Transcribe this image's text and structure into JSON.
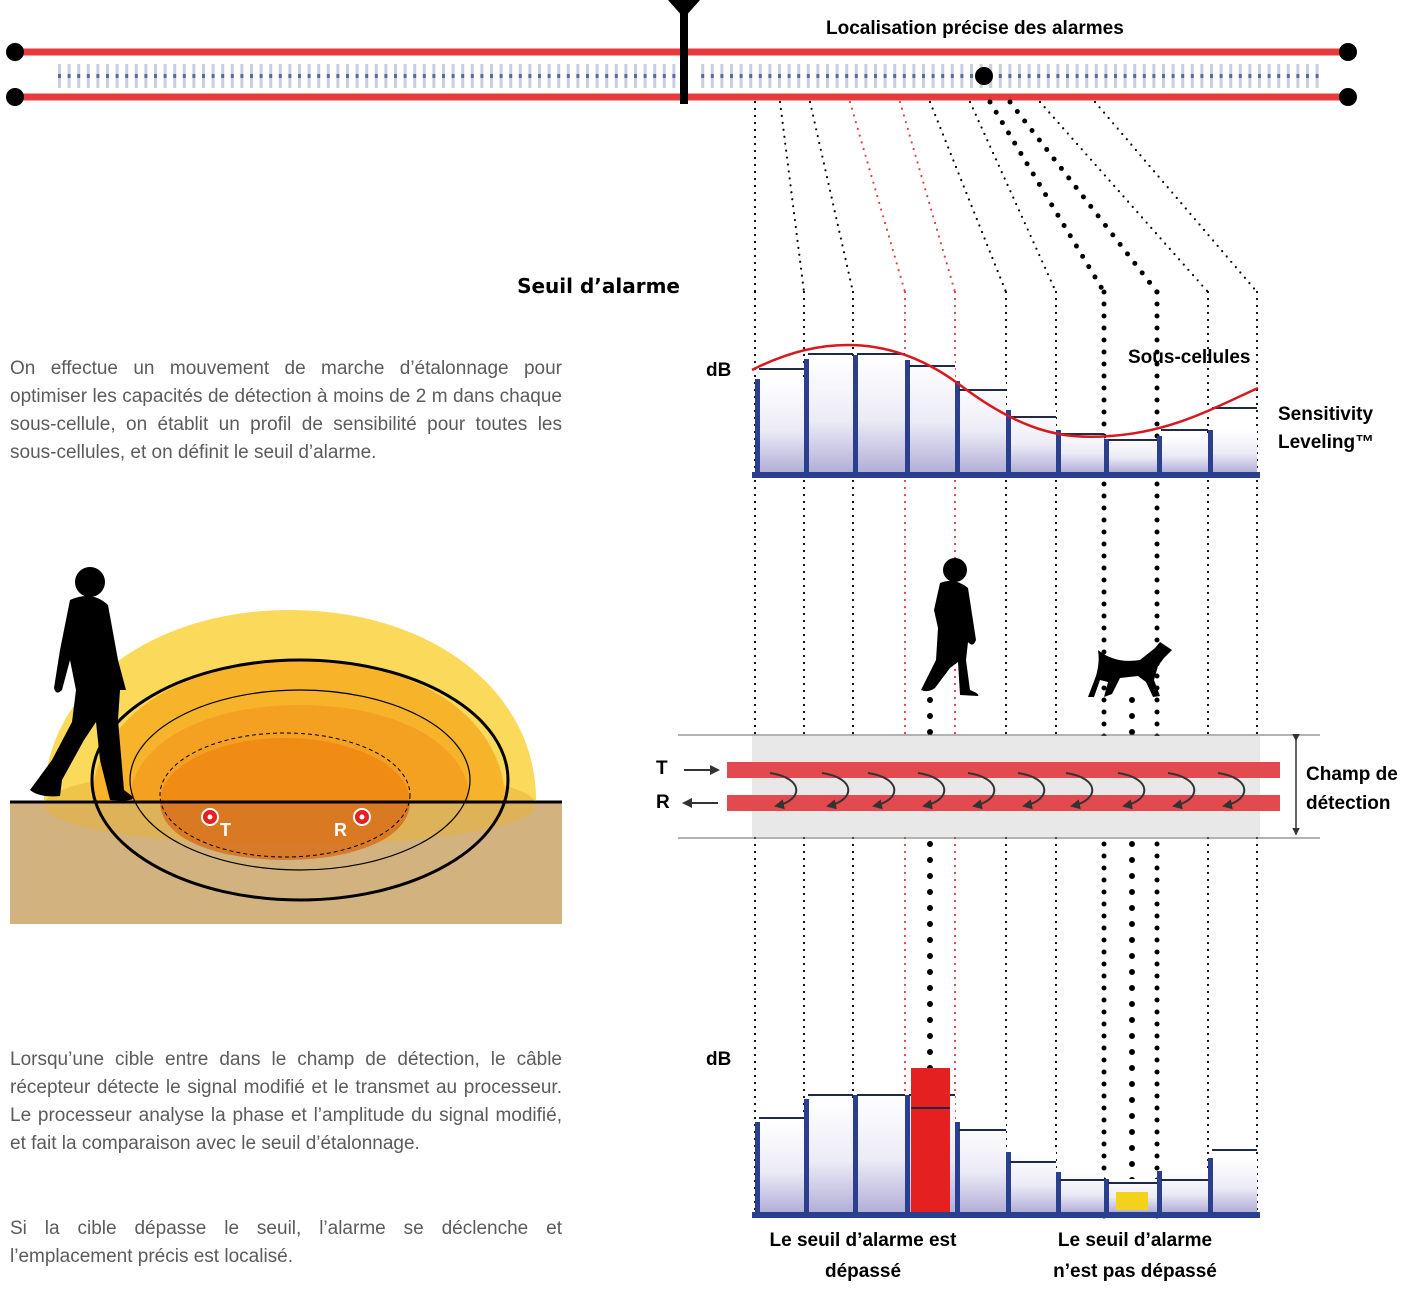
{
  "header": {
    "title": "Localisation précise des alarmes"
  },
  "labels": {
    "alarm_threshold": "Seuil d’alarme",
    "sub_cells": "Sous-cellules",
    "sensitivity_1": "Sensitivity",
    "sensitivity_2": "Leveling™",
    "db_top": "dB",
    "db_bottom": "dB",
    "transmitter": "T",
    "receiver": "R",
    "field_1": "Champ de",
    "field_2": "détection",
    "exceeded_1": "Le seuil d’alarme est",
    "exceeded_2": "dépassé",
    "not_exceeded_1": "Le seuil d’alarme",
    "not_exceeded_2": "n’est pas dépassé",
    "sensor_t": "T",
    "sensor_r": "R"
  },
  "paragraphs": {
    "calibration": "On effectue un mouvement de marche d’étalonnage pour optimiser les capacités de détection à moins de 2 m dans chaque sous-cellule, on établit un profil de sensibilité pour toutes les sous-cellules, et on définit le seuil d’alarme.",
    "detection": "Lorsqu’une cible entre dans le champ de détection, le câble récepteur détecte le signal modifié et le transmet au processeur. Le processeur analyse la phase et l’amplitude du signal modifié, et fait la comparaison avec le seuil d’étalonnage.",
    "alarm": "Si la cible dépasse le seuil, l’alarme se déclenche et l’emplacement précis est localisé."
  },
  "colors": {
    "cable_red": "#e8393d",
    "bar_blue": "#2b3f8f",
    "alarm_red": "#e52020",
    "below_yellow": "#f2d21a",
    "field_gray": "#e8e8e8",
    "zone_outer": "#fbd95a",
    "zone_mid": "#f7b42a",
    "zone_inner": "#f08c14",
    "ground": "#d2b27e"
  },
  "icons": [
    "antenna-icon",
    "person-silhouette-icon",
    "dog-silhouette-icon"
  ]
}
